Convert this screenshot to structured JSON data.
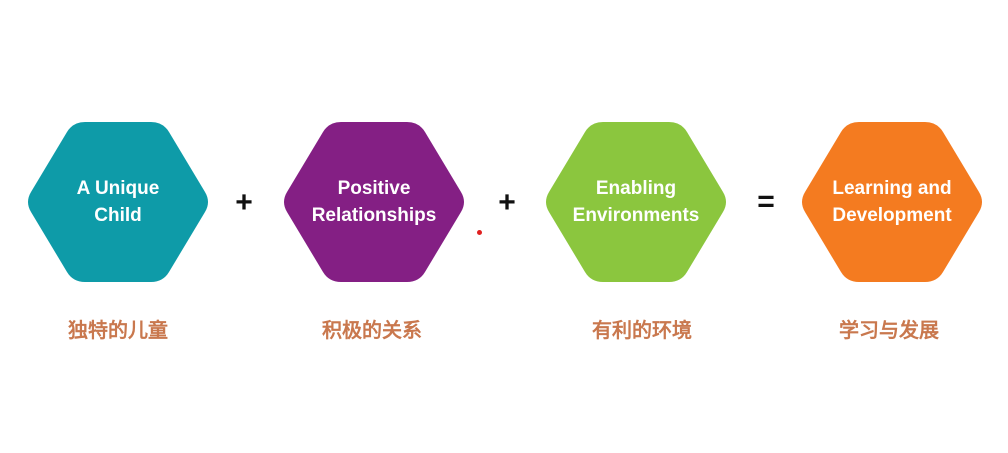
{
  "diagram": {
    "items": [
      {
        "line1": "A Unique",
        "line2": "Child",
        "caption": "独特的儿童",
        "color": "#0e9ba8"
      },
      {
        "line1": "Positive",
        "line2": "Relationships",
        "caption": "积极的关系",
        "color": "#841f84"
      },
      {
        "line1": "Enabling",
        "line2": "Environments",
        "caption": "有利的环境",
        "color": "#8bc63e"
      },
      {
        "line1": "Learning and",
        "line2": "Development",
        "caption": "学习与发展",
        "color": "#f47b20"
      }
    ],
    "operators": [
      "+",
      "+",
      "="
    ]
  }
}
